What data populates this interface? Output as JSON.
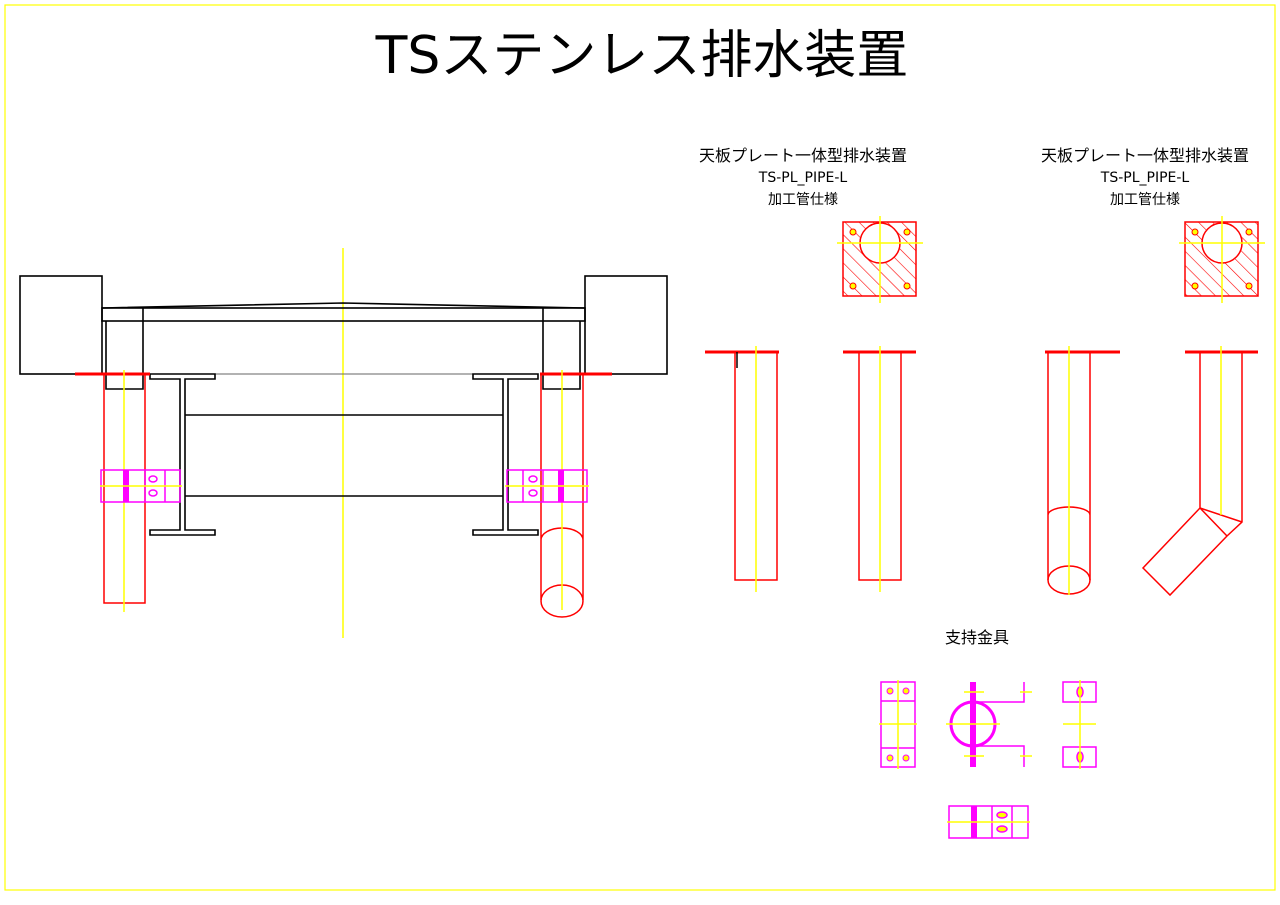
{
  "title": "TSステンレス排水装置",
  "detail_left": {
    "name": "天板プレート一体型排水装置",
    "model": "TS-PL_PIPE-L",
    "spec": "加工管仕様"
  },
  "detail_right": {
    "name": "天板プレート一体型排水装置",
    "model": "TS-PL_PIPE-L",
    "spec": "加工管仕様"
  },
  "support": {
    "label": "支持金具"
  },
  "colors": {
    "frame": "#ffff00",
    "centerline": "#ffff00",
    "structure": "#000000",
    "pipe": "#ff0000",
    "bracket": "#ff00ff"
  }
}
